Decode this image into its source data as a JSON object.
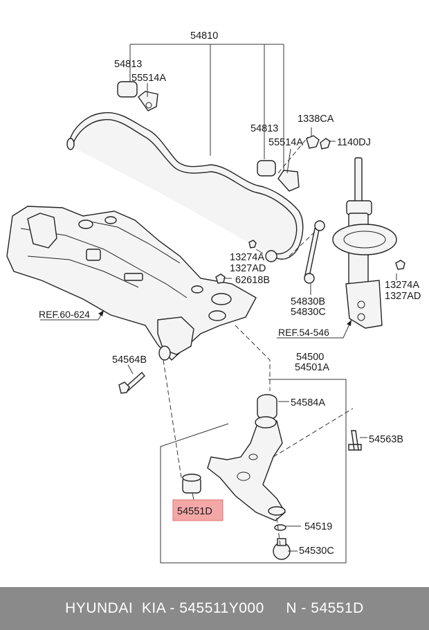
{
  "labels": {
    "p54810": "54810",
    "p54813_top": "54813",
    "p55514a_top": "55514A",
    "p54813_mid": "54813",
    "p55514a_mid": "55514A",
    "p1338ca": "1338CA",
    "p1140dj": "1140DJ",
    "p13274a_left": "13274A",
    "p1327ad_left": "1327AD",
    "p62618b": "62618B",
    "p54830b": "54830B",
    "p54830c": "54830C",
    "p13274a_right": "13274A",
    "p1327ad_right": "1327AD",
    "ref60624": "REF.60-624",
    "ref54546": "REF.54-546",
    "p54564b": "54564B",
    "p54500": "54500",
    "p54501a": "54501A",
    "p54584a": "54584A",
    "p54563b": "54563B",
    "p54551d": "54551D",
    "p54519": "54519",
    "p54530c": "54530C"
  },
  "highlight_color": "#f4a7a7",
  "footer": {
    "text": "HYUNDAI  KIA - 545511Y000     N - 54551D"
  }
}
